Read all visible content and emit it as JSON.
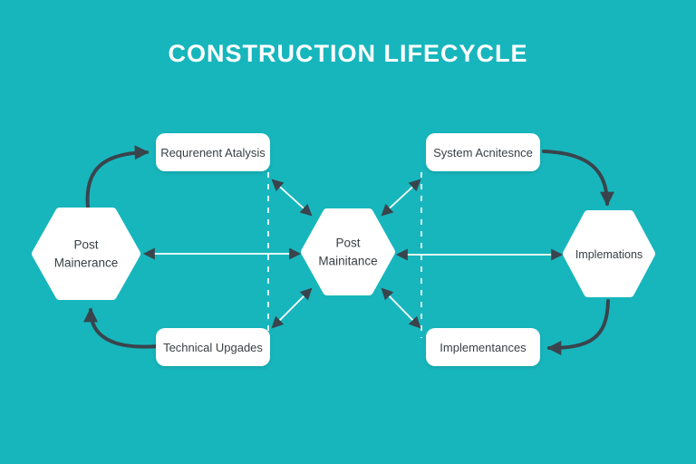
{
  "title": {
    "text": "CONSTRUCTION LIFECYCLE"
  },
  "colors": {
    "bg": "#17b6bd",
    "shape_fill": "#ffffff",
    "text_dark": "#3a4045",
    "arrow_dark": "#3a444c",
    "line_light": "#ffffff"
  },
  "nodes": {
    "hex_left": {
      "line1": "Post",
      "line2": "Mainerance"
    },
    "hex_center": {
      "line1": "Post",
      "line2": "Mainitance"
    },
    "hex_right": {
      "label": "Implemations"
    },
    "box_top_left": {
      "label": "Requrenent Atalysis"
    },
    "box_top_right": {
      "label": "System Acnitesnce"
    },
    "box_bottom_left": {
      "label": "Technical Upgades"
    },
    "box_bottom_right": {
      "label": "Implementances"
    }
  },
  "edges": [
    {
      "from": "hex_left",
      "to": "box_top_left",
      "style": "curved-dark",
      "direction": "to-box"
    },
    {
      "from": "box_bottom_left",
      "to": "hex_left",
      "style": "curved-dark",
      "direction": "to-hex"
    },
    {
      "from": "box_top_right",
      "to": "hex_right",
      "style": "curved-dark",
      "direction": "to-hex"
    },
    {
      "from": "hex_right",
      "to": "box_bottom_right",
      "style": "curved-dark",
      "direction": "to-box"
    },
    {
      "from": "hex_left",
      "to": "hex_center",
      "style": "straight-light",
      "direction": "both"
    },
    {
      "from": "hex_center",
      "to": "hex_right",
      "style": "straight-light",
      "direction": "both"
    },
    {
      "from": "hex_center",
      "to": "box_top_left",
      "style": "straight-light",
      "direction": "both"
    },
    {
      "from": "hex_center",
      "to": "box_top_right",
      "style": "straight-light",
      "direction": "both"
    },
    {
      "from": "hex_center",
      "to": "box_bottom_left",
      "style": "straight-light",
      "direction": "both"
    },
    {
      "from": "hex_center",
      "to": "box_bottom_right",
      "style": "straight-light",
      "direction": "both"
    }
  ]
}
